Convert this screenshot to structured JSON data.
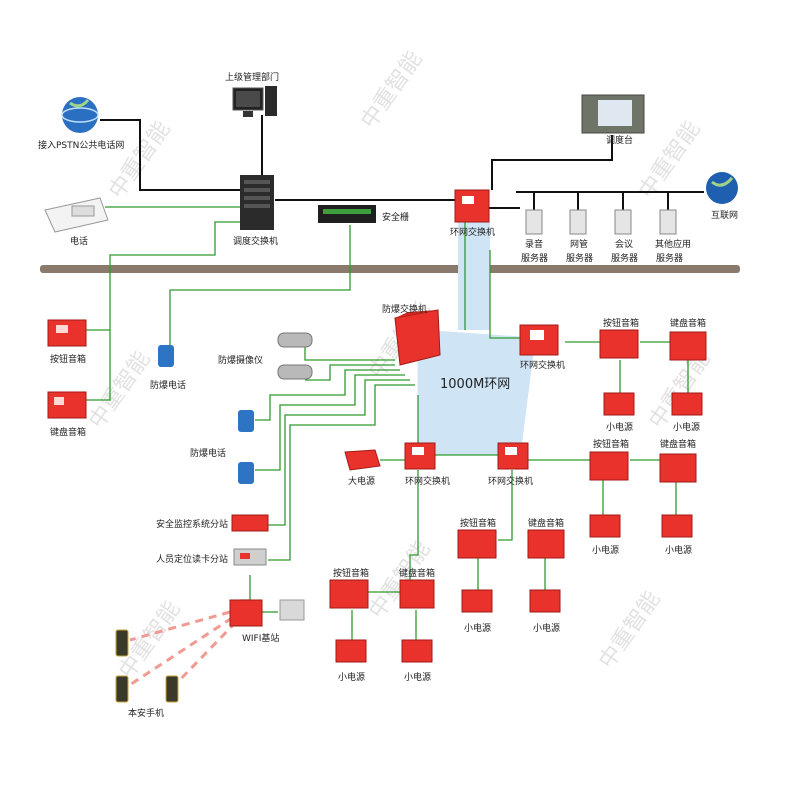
{
  "colors": {
    "black_line": "#111111",
    "green_line": "#2f9a2f",
    "ring_fill": "#cfe4f5",
    "device_red": "#e8322b",
    "device_dark": "#b8201b",
    "ground": "#8a7a6c",
    "dashed": "#f09a92",
    "watermark": "#d9d9d9"
  },
  "watermark_text": "中重智能",
  "ring_label": "1000M环网",
  "labels": {
    "pstn": "接入PSTN公共电话网",
    "upper_mgmt": "上级管理部门",
    "phone": "电话",
    "dispatch_switch": "调度交换机",
    "security_gate": "安全栅",
    "ring_switch_top": "环网交换机",
    "console": "调度台",
    "internet": "互联网",
    "server_rec_1": "录音",
    "server_rec_2": "服务器",
    "server_net_1": "网管",
    "server_net_2": "服务器",
    "server_meet_1": "会议",
    "server_meet_2": "服务器",
    "server_other_1": "其他应用",
    "server_other_2": "服务器",
    "btn_speaker_left": "按钮音箱",
    "exp_phone_left": "防爆电话",
    "kbd_speaker_left": "键盘音箱",
    "exp_switch": "防爆交换机",
    "exp_camera": "防爆摄像仪",
    "exp_phone_mid": "防爆电话",
    "safety_monitor": "安全监控系统分站",
    "personnel_pos": "人员定位读卡分站",
    "wifi_base": "WIFI基站",
    "handset": "本安手机",
    "ring_sw_right": "环网交换机",
    "ring_sw_bl": "环网交换机",
    "ring_sw_br": "环网交换机",
    "big_power": "大电源",
    "btn_r1": "按钮音箱",
    "kbd_r1": "键盘音箱",
    "small_r1a": "小电源",
    "small_r1b": "小电源",
    "btn_r2": "按钮音箱",
    "kbd_r2": "键盘音箱",
    "small_r2a": "小电源",
    "small_r2b": "小电源",
    "btn_m": "按钮音箱",
    "kbd_m": "键盘音箱",
    "small_ma": "小电源",
    "small_mb": "小电源",
    "btn_b": "按钮音箱",
    "kbd_b": "键盘音箱",
    "small_ba": "小电源",
    "small_bb": "小电源"
  }
}
